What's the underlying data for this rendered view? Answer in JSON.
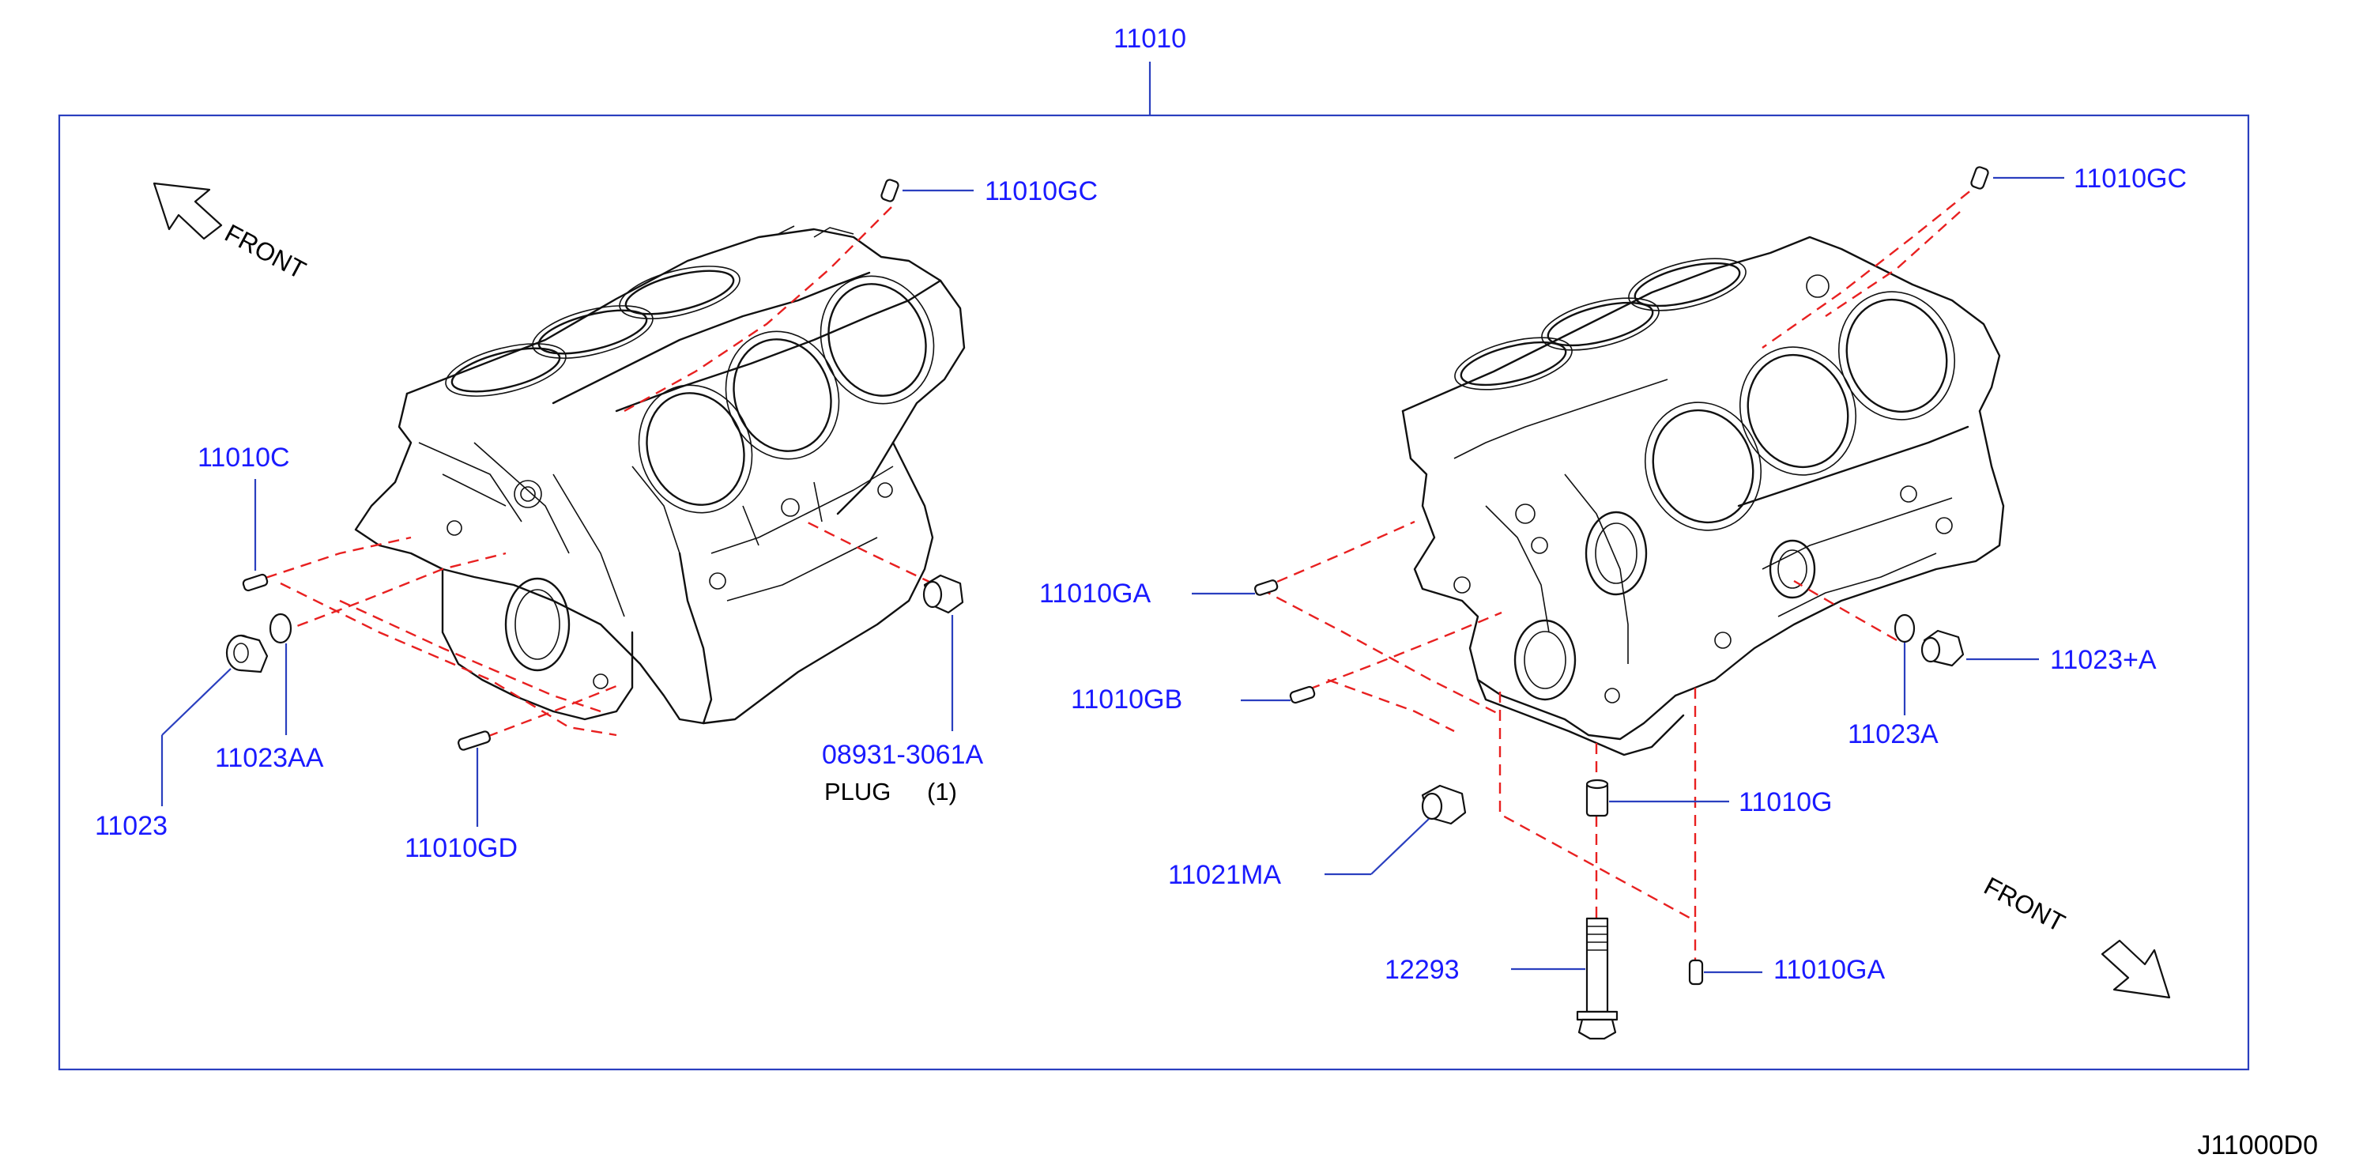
{
  "assembly_number": "11010",
  "left_block": {
    "front_label": "FRONT",
    "callouts": {
      "c_11010GC": "11010GC",
      "c_11010C": "11010C",
      "c_11023": "11023",
      "c_11023AA": "11023AA",
      "c_11010GD": "11010GD",
      "c_08931": "08931-3061A",
      "plug_text": "PLUG",
      "plug_qty": "(1)"
    }
  },
  "right_block": {
    "front_label": "FRONT",
    "callouts": {
      "c_11010GC": "11010GC",
      "c_11010GA_top": "11010GA",
      "c_11010GB": "11010GB",
      "c_11023A_plus": "11023+A",
      "c_11023A": "11023A",
      "c_11010G": "11010G",
      "c_11021MA": "11021MA",
      "c_12293": "12293",
      "c_11010GA_bottom": "11010GA"
    }
  },
  "reference_code": "J11000D0",
  "colors": {
    "callout_text": "#1a1aff",
    "leader_line": "#2a3fbf",
    "phantom_line": "#e82020",
    "drawing_ink": "#111111"
  }
}
